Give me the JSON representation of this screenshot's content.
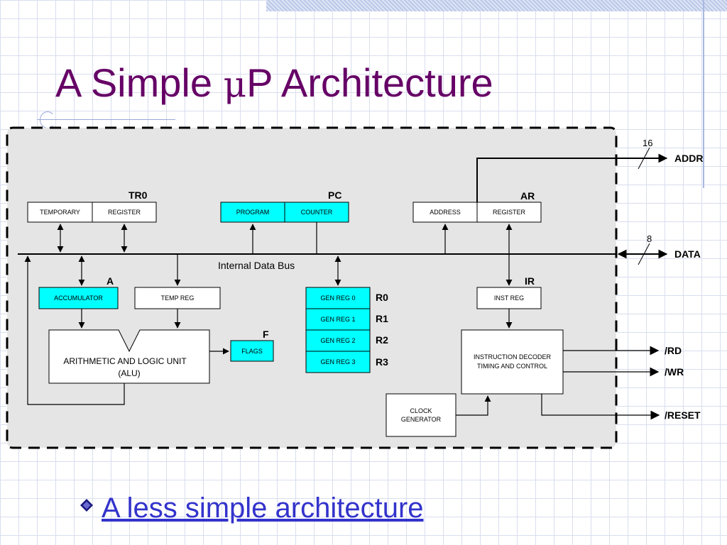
{
  "slide": {
    "title_part1": "A Simple ",
    "title_mu": "μ",
    "title_part2": "P Architecture",
    "bullet_link": "A less simple architecture"
  },
  "diagram": {
    "bus_label": "Internal Data Bus",
    "blocks": {
      "tr0_label": "TR0",
      "temporary": "TEMPORARY",
      "tr0_register": "REGISTER",
      "pc_label": "PC",
      "program": "PROGRAM",
      "counter": "COUNTER",
      "ar_label": "AR",
      "address": "ADDRESS",
      "ar_register": "REGISTER",
      "a_label": "A",
      "accumulator": "ACCUMULATOR",
      "temp_reg": "TEMP REG",
      "alu_line1": "ARITHMETIC AND LOGIC UNIT",
      "alu_line2": "(ALU)",
      "f_label": "F",
      "flags": "FLAGS",
      "gen_reg": [
        "GEN REG 0",
        "GEN REG 1",
        "GEN REG 2",
        "GEN REG 3"
      ],
      "reg_names": [
        "R0",
        "R1",
        "R2",
        "R3"
      ],
      "ir_label": "IR",
      "inst_reg": "INST REG",
      "decoder_line1": "INSTRUCTION DECODER",
      "decoder_line2": "TIMING AND CONTROL",
      "clock_line1": "CLOCK",
      "clock_line2": "GENERATOR"
    },
    "external": {
      "addr_width": "16",
      "addr": "ADDR",
      "data_width": "8",
      "data": "DATA",
      "rd": "/RD",
      "wr": "/WR",
      "reset": "/RESET"
    }
  },
  "colors": {
    "title": "#660066",
    "highlight_fill": "#00ffff",
    "panel_fill": "#e5e5e5",
    "link": "#3333cc"
  }
}
